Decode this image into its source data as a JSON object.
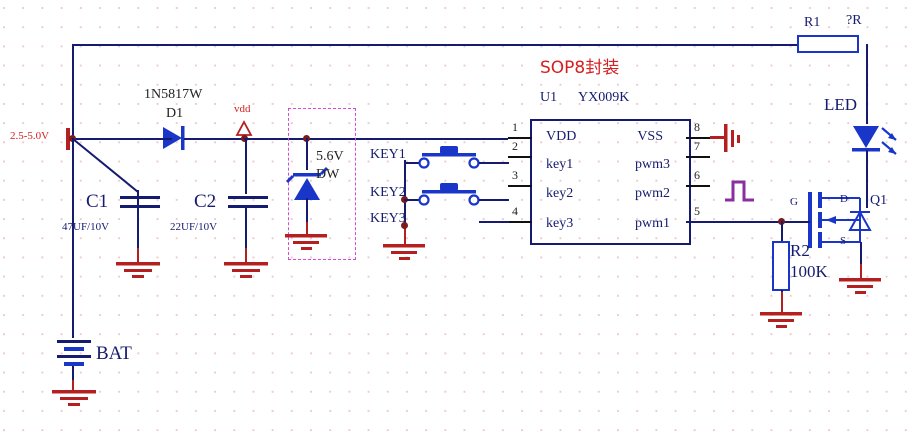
{
  "schematic": {
    "title_note": "SOP8封装",
    "ic": {
      "ref": "U1",
      "part": "YX009K",
      "left_pins": [
        {
          "num": "1",
          "name": "VDD"
        },
        {
          "num": "2",
          "name": "key1"
        },
        {
          "num": "3",
          "name": "key2"
        },
        {
          "num": "4",
          "name": "key3"
        }
      ],
      "right_pins": [
        {
          "num": "8",
          "name": "VSS"
        },
        {
          "num": "7",
          "name": "pwm3"
        },
        {
          "num": "6",
          "name": "pwm2"
        },
        {
          "num": "5",
          "name": "pwm1"
        }
      ]
    },
    "power": {
      "input_label": "2.5-5.0V",
      "net_label": "vdd",
      "battery_label": "BAT"
    },
    "components": [
      {
        "ref": "D1",
        "value": "1N5817W",
        "type": "diode"
      },
      {
        "ref": "C1",
        "value": "47UF/10V",
        "type": "capacitor"
      },
      {
        "ref": "C2",
        "value": "22UF/10V",
        "type": "capacitor"
      },
      {
        "ref": "DW",
        "value": "5.6V",
        "type": "zener"
      },
      {
        "ref": "R1",
        "value": "?R",
        "type": "resistor"
      },
      {
        "ref": "R2",
        "value": "100K",
        "type": "resistor"
      },
      {
        "ref": "Q1",
        "value": "",
        "type": "mosfet"
      },
      {
        "ref": "LED",
        "value": "",
        "type": "led"
      }
    ],
    "keys": [
      {
        "label": "KEY1"
      },
      {
        "label": "KEY2"
      },
      {
        "label": "KEY3"
      }
    ],
    "mosfet_terminals": [
      {
        "label": "D"
      },
      {
        "label": "G"
      },
      {
        "label": "S"
      }
    ],
    "icons": {
      "pwm_waveform": "pulse-waveform-icon"
    },
    "colors": {
      "wire": "#151b6e",
      "ground": "#b42020",
      "accent_red": "#d52020",
      "dashbox": "#d44ad4",
      "pwm_glyph": "#8a2fa0"
    }
  }
}
